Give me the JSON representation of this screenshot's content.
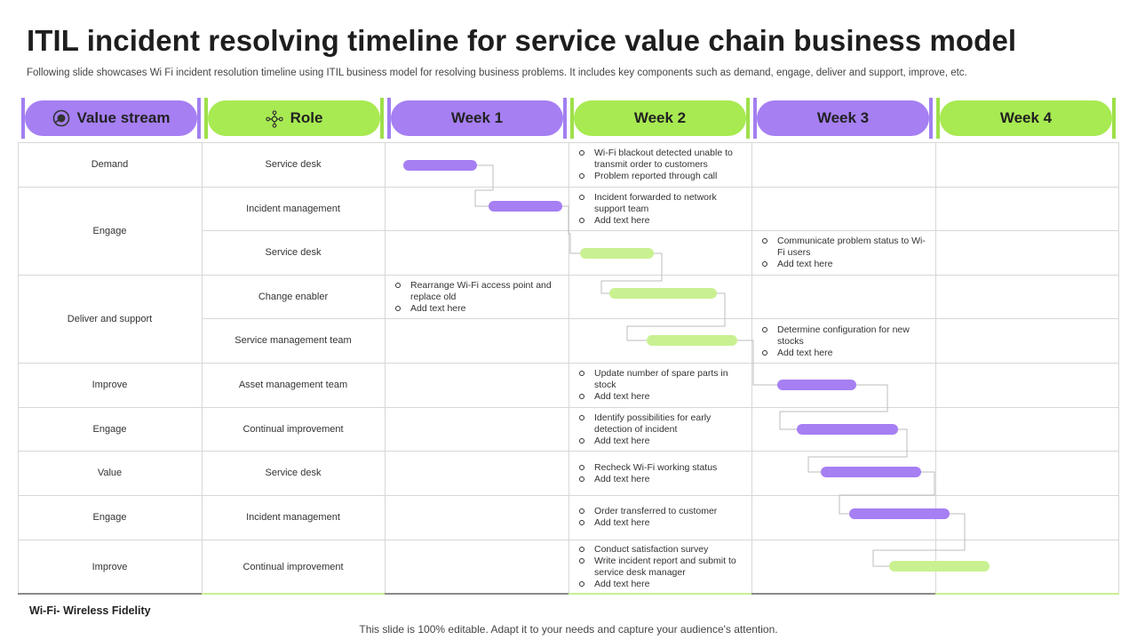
{
  "title": "ITIL incident resolving timeline for service value chain business model",
  "subtitle": "Following slide showcases Wi Fi incident resolution timeline using ITIL business model for resolving business problems. It includes key components such as demand, engage, deliver and support, improve, etc.",
  "headers": [
    {
      "label": "Value stream",
      "color": "#a67ff3",
      "icon": "value-stream-icon"
    },
    {
      "label": "Role",
      "color": "#a8ea52",
      "icon": "role-network-icon"
    },
    {
      "label": "Week 1",
      "color": "#a67ff3"
    },
    {
      "label": "Week 2",
      "color": "#a8ea52"
    },
    {
      "label": "Week 3",
      "color": "#a67ff3"
    },
    {
      "label": "Week 4",
      "color": "#a8ea52"
    }
  ],
  "value_streams": [
    "Demand",
    "Engage",
    "Deliver and support",
    "Improve",
    "Engage",
    "Value",
    "Engage",
    "Improve"
  ],
  "roles": [
    "Service desk",
    "Incident management",
    "Service desk",
    "Change enabler",
    "Service management team",
    "Asset management team",
    "Continual improvement",
    "Service desk",
    "Incident management",
    "Continual improvement"
  ],
  "notes": {
    "demand": [
      "Wi-Fi blackout detected unable to transmit order to customers",
      "Problem reported through call"
    ],
    "incident": [
      "Incident forwarded to network support team",
      "Add text here"
    ],
    "service_desk_1": [
      "Communicate problem status to Wi-Fi users",
      "Add text here"
    ],
    "change": [
      "Rearrange Wi-Fi access point and replace old",
      "Add text here"
    ],
    "service_mgmt": [
      "Determine configuration for new stocks",
      "Add text here"
    ],
    "asset": [
      "Update number of spare parts in stock",
      "Add text here"
    ],
    "continual": [
      "Identify possibilities for early detection of incident",
      "Add text here"
    ],
    "service_desk_2": [
      "Recheck Wi-Fi working status",
      "Add text here"
    ],
    "incident_2": [
      "Order transferred to customer",
      "Add text here"
    ],
    "continual_2": [
      "Conduct satisfaction survey",
      "Write incident report and submit to service desk manager",
      "Add text here"
    ]
  },
  "colors": {
    "purple": "#a67ff3",
    "green": "#a8ea52",
    "green_light": "#c9f191"
  },
  "footer_note": "Wi-Fi- Wireless Fidelity",
  "footer_editable": "This slide is 100% editable. Adapt it to your needs and capture your audience's attention."
}
